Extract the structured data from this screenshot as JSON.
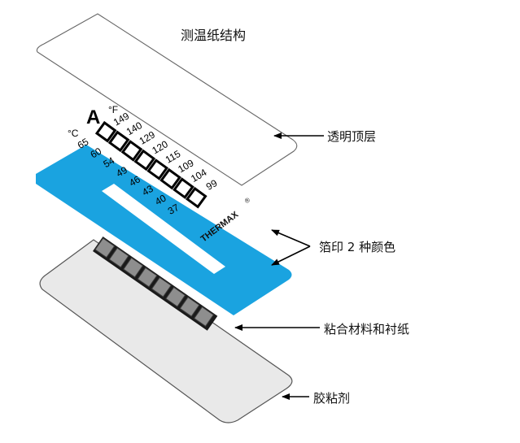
{
  "title": "测温纸结构",
  "labels": {
    "top_layer": "透明顶层",
    "foil_print": "箔印 2 种颜色",
    "adhesive_liner": "粘合材料和衬纸",
    "glue": "胶粘剂"
  },
  "scale": {
    "grade": "A",
    "unit_c": "°C",
    "unit_f": "°F",
    "celsius": [
      "65",
      "60",
      "54",
      "49",
      "46",
      "43",
      "40",
      "37"
    ],
    "fahrenheit": [
      "149",
      "140",
      "129",
      "120",
      "115",
      "109",
      "104",
      "99"
    ],
    "brand": "THERMAX",
    "registered": "®"
  },
  "colors": {
    "foil_blue": "#1aa3e0",
    "liner_gray": "#e9e9e9",
    "cell_gray": "#8e8e8e",
    "outline": "#555555",
    "brand_text": "#111111"
  }
}
